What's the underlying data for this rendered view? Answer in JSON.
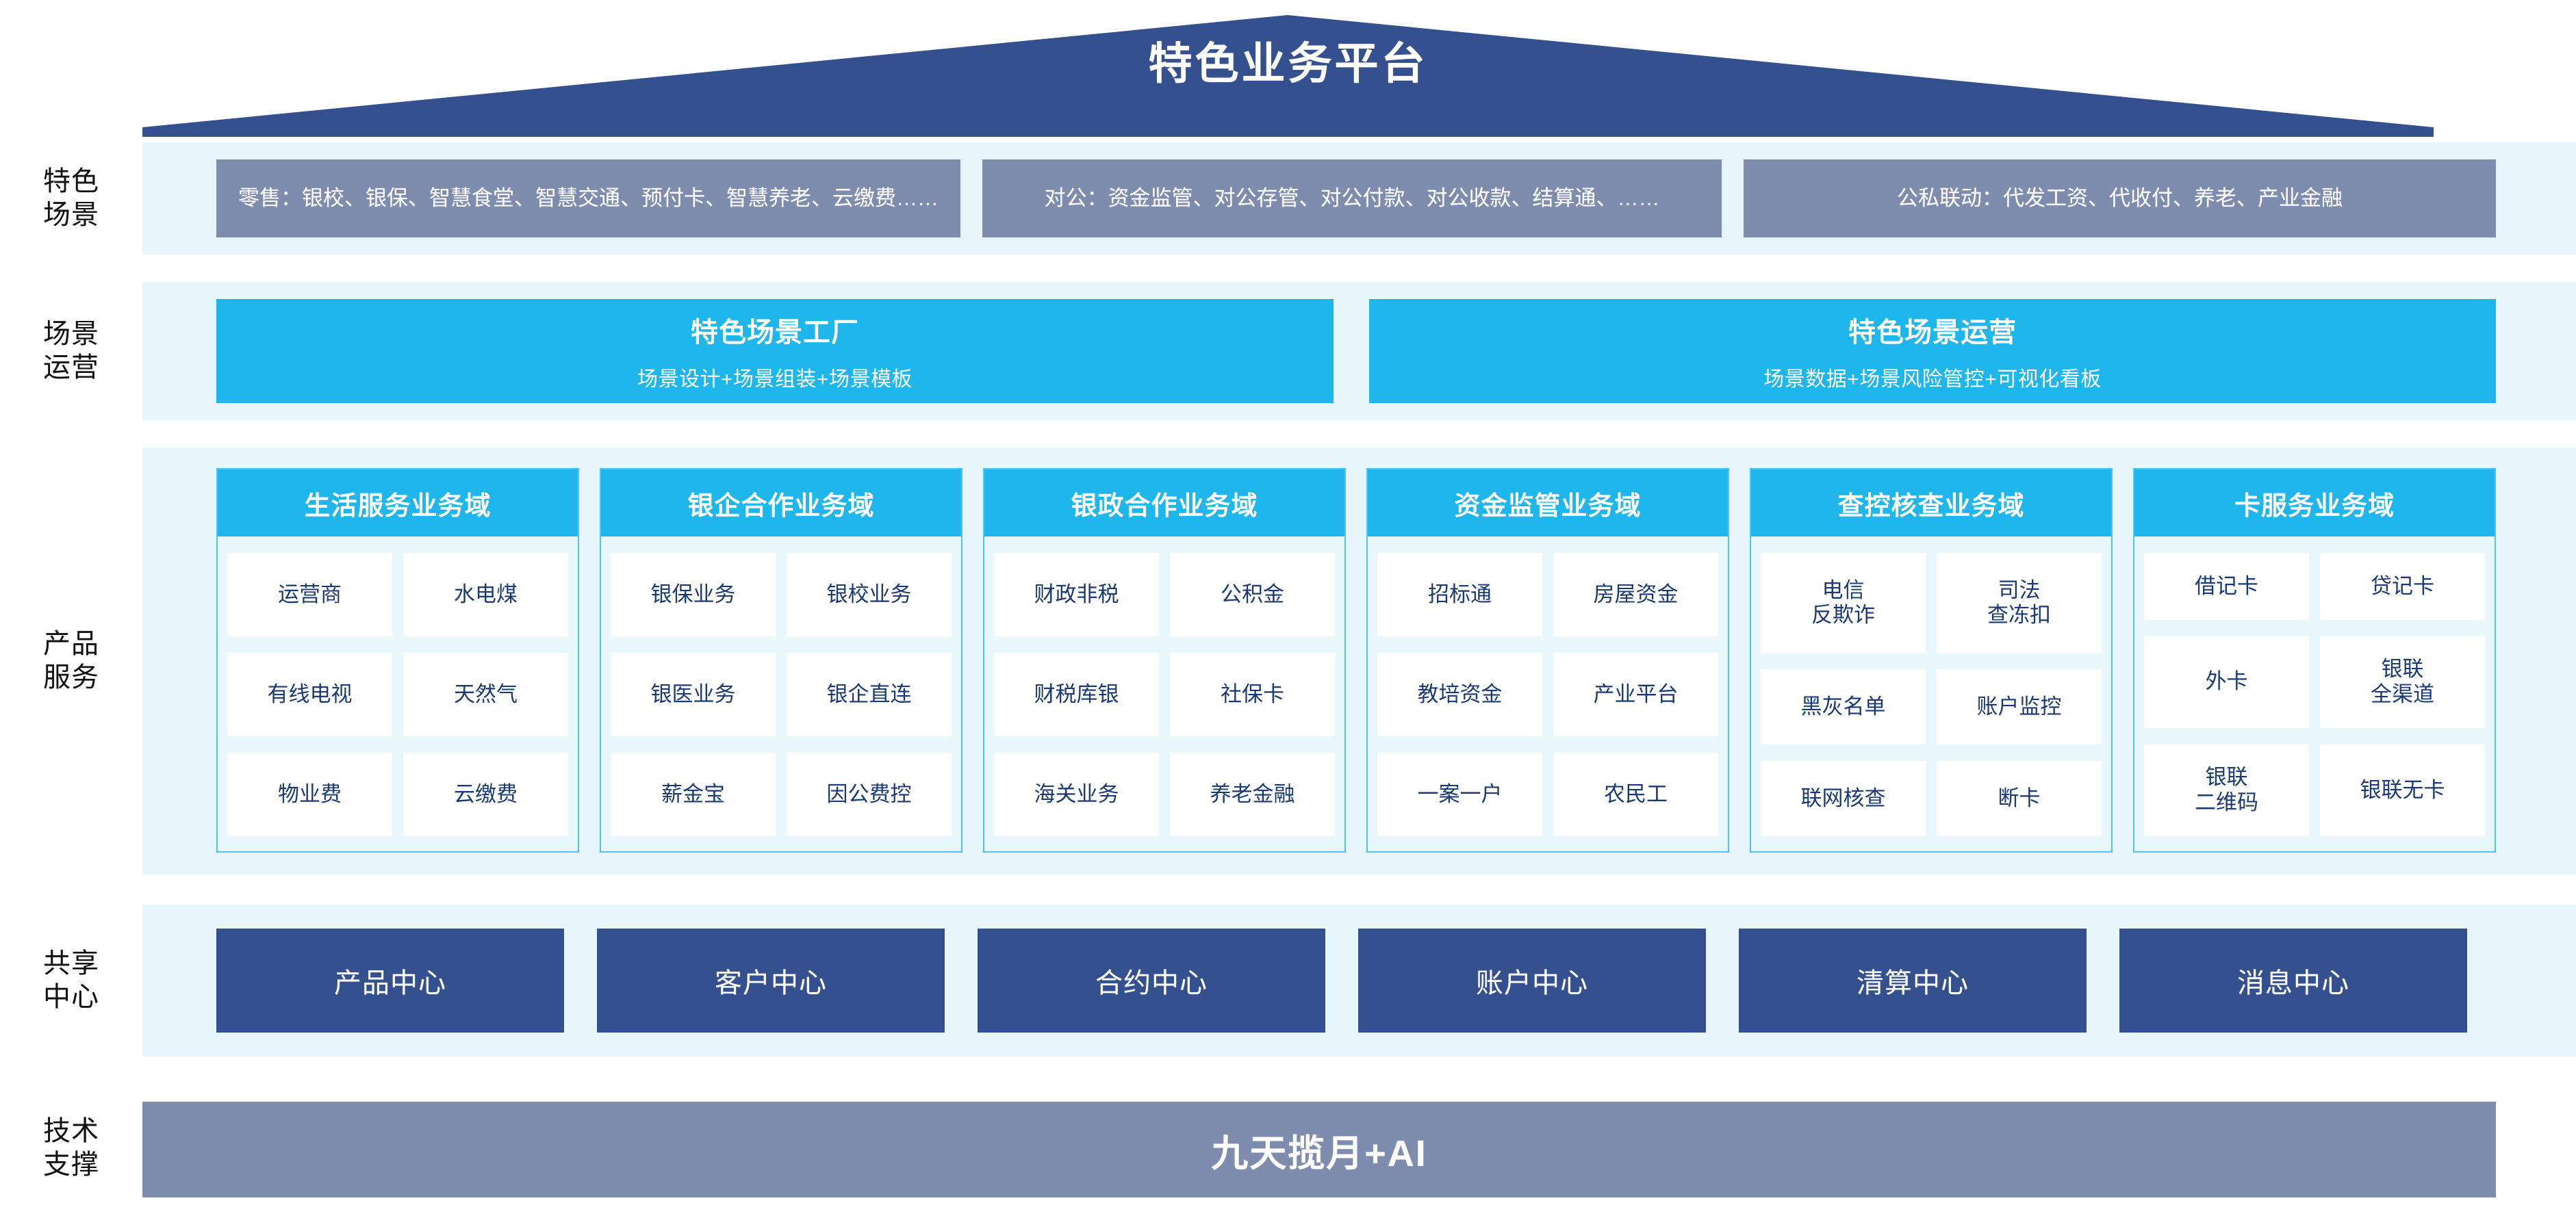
{
  "header": {
    "title": "特色业务平台"
  },
  "colors": {
    "banner": "#34508f",
    "slate": "#7e8cae",
    "cyan": "#1fb6ec",
    "band_bg": "#e7f6fd",
    "cell_text": "#1b3a73",
    "center_box": "#34508f"
  },
  "rows": {
    "scenarios": {
      "label": "特色\n场景",
      "label_lines": [
        "特色",
        "场景"
      ],
      "items": [
        {
          "text": "零售：银校、银保、智慧食堂、智慧交通、预付卡、智慧养老、云缴费……"
        },
        {
          "text": "对公：资金监管、对公存管、对公付款、对公收款、结算通、……"
        },
        {
          "text": "公私联动：代发工资、代收付、养老、产业金融"
        }
      ]
    },
    "operation": {
      "label_lines": [
        "场景",
        "运营"
      ],
      "items": [
        {
          "title": "特色场景工厂",
          "subtitle": "场景设计+场景组装+场景模板"
        },
        {
          "title": "特色场景运营",
          "subtitle": "场景数据+场景风险管控+可视化看板"
        }
      ]
    },
    "products": {
      "label_lines": [
        "产品",
        "服务"
      ],
      "columns": [
        {
          "title": "生活服务业务域",
          "cells": [
            "运营商",
            "水电煤",
            "有线电视",
            "天然气",
            "物业费",
            "云缴费"
          ]
        },
        {
          "title": "银企合作业务域",
          "cells": [
            "银保业务",
            "银校业务",
            "银医业务",
            "银企直连",
            "薪金宝",
            "因公费控"
          ]
        },
        {
          "title": "银政合作业务域",
          "cells": [
            "财政非税",
            "公积金",
            "财税库银",
            "社保卡",
            "海关业务",
            "养老金融"
          ]
        },
        {
          "title": "资金监管业务域",
          "cells": [
            "招标通",
            "房屋资金",
            "教培资金",
            "产业平台",
            "一案一户",
            "农民工"
          ]
        },
        {
          "title": "查控核查业务域",
          "cells": [
            "电信\n反欺诈",
            "司法\n查冻扣",
            "黑灰名单",
            "账户监控",
            "联网核查",
            "断卡"
          ]
        },
        {
          "title": "卡服务业务域",
          "cells": [
            "借记卡",
            "贷记卡",
            "外卡",
            "银联\n全渠道",
            "银联\n二维码",
            "银联无卡"
          ]
        }
      ]
    },
    "shared_centers": {
      "label_lines": [
        "共享",
        "中心"
      ],
      "items": [
        "产品中心",
        "客户中心",
        "合约中心",
        "账户中心",
        "清算中心",
        "消息中心"
      ]
    },
    "tech_support": {
      "label_lines": [
        "技术",
        "支撑"
      ],
      "bar_text": "九天揽月+AI"
    }
  }
}
